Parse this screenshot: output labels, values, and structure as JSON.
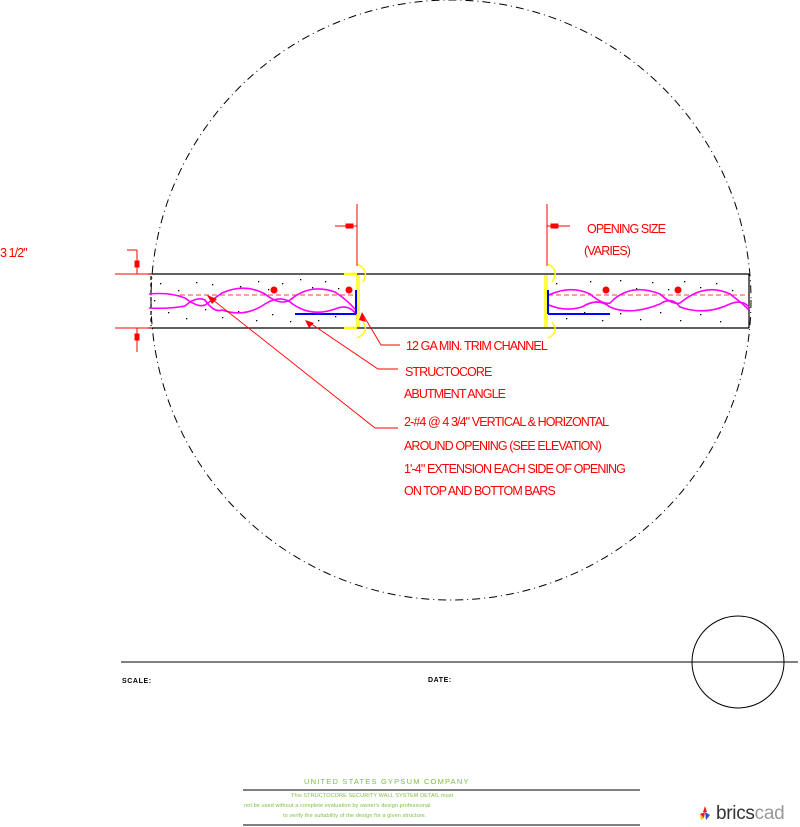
{
  "drawing": {
    "dimension_thickness": "3 1/2\"",
    "opening_size_label_line1": "OPENING SIZE",
    "opening_size_label_line2": "(VARIES)",
    "callouts": [
      {
        "id": "trim-channel",
        "lines": [
          "12 GA MIN. TRIM CHANNEL"
        ]
      },
      {
        "id": "abutment-angle",
        "lines": [
          "STRUCTOCORE",
          "ABUTMENT ANGLE"
        ]
      },
      {
        "id": "rebar",
        "lines": [
          "2-#4 @ 4 3/4\" VERTICAL & HORIZONTAL",
          "AROUND OPENING (SEE ELEVATION)",
          "1'-4\" EXTENSION EACH SIDE OF OPENING",
          "ON TOP AND BOTTOM BARS"
        ]
      }
    ],
    "colors": {
      "annotation": "#ff0000",
      "rebar_wave": "#ff00ff",
      "angle": "#0000ff",
      "trim_channel": "#ffff00",
      "outline": "#000000",
      "title_block_text": "#7cbf3c"
    }
  },
  "title_block": {
    "scale_label": "SCALE:",
    "scale_value": "",
    "date_label": "DATE:",
    "date_value": "",
    "company": "UNITED STATES GYPSUM COMPANY",
    "disclaimer": [
      "This STRUCTOCORE SECURITY WALL SYSTEM DETAIL must",
      "not be used without a complete evaluation by owner's design professional",
      "to verify the suitability of the design for a given structure."
    ]
  },
  "branding": {
    "logo_icon": "bricscad-logo-icon",
    "name_part1": "brics",
    "name_part2": "cad"
  }
}
